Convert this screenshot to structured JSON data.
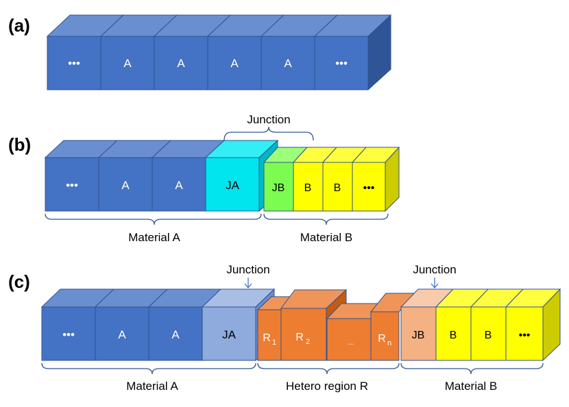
{
  "colors": {
    "blue_front": "#4472C4",
    "blue_top": "#6A8FD1",
    "blue_side": "#2F5597",
    "blue_edge": "#2F528F",
    "cyan_front": "#00E5EE",
    "cyan_top": "#33EEF5",
    "cyan_side": "#00B8C4",
    "green_front": "#7CFC50",
    "green_top": "#9CFF7A",
    "yellow_front": "#FFFF00",
    "yellow_top": "#FFFF40",
    "yellow_side": "#CCCC00",
    "lightblue_front": "#8FAADC",
    "lightblue_top": "#A9BEE5",
    "orange_front": "#ED7D31",
    "orange_top": "#F0955A",
    "orange_side": "#C55A11",
    "peach_front": "#F4B183",
    "peach_top": "#F8CBAD",
    "bracket": "#2F5597"
  },
  "panels": {
    "a": {
      "label": "(a)",
      "cells": [
        "•••",
        "A",
        "A",
        "A",
        "A",
        "•••"
      ]
    },
    "b": {
      "label": "(b)",
      "junction_label": "Junction",
      "cells_a": [
        "•••",
        "A",
        "A",
        "JA"
      ],
      "cells_b": [
        "JB",
        "B",
        "B",
        "•••"
      ],
      "material_a_label": "Material A",
      "material_b_label": "Material B"
    },
    "c": {
      "label": "(c)",
      "junction_left_label": "Junction",
      "junction_right_label": "Junction",
      "cells_a": [
        "•••",
        "A",
        "A",
        "JA"
      ],
      "cells_r": [
        "R",
        "1",
        "R",
        "2",
        "...",
        "R",
        "n"
      ],
      "cells_b": [
        "JB",
        "B",
        "B",
        "•••"
      ],
      "material_a_label": "Material A",
      "hetero_label": "Hetero region R",
      "material_b_label": "Material B"
    }
  }
}
